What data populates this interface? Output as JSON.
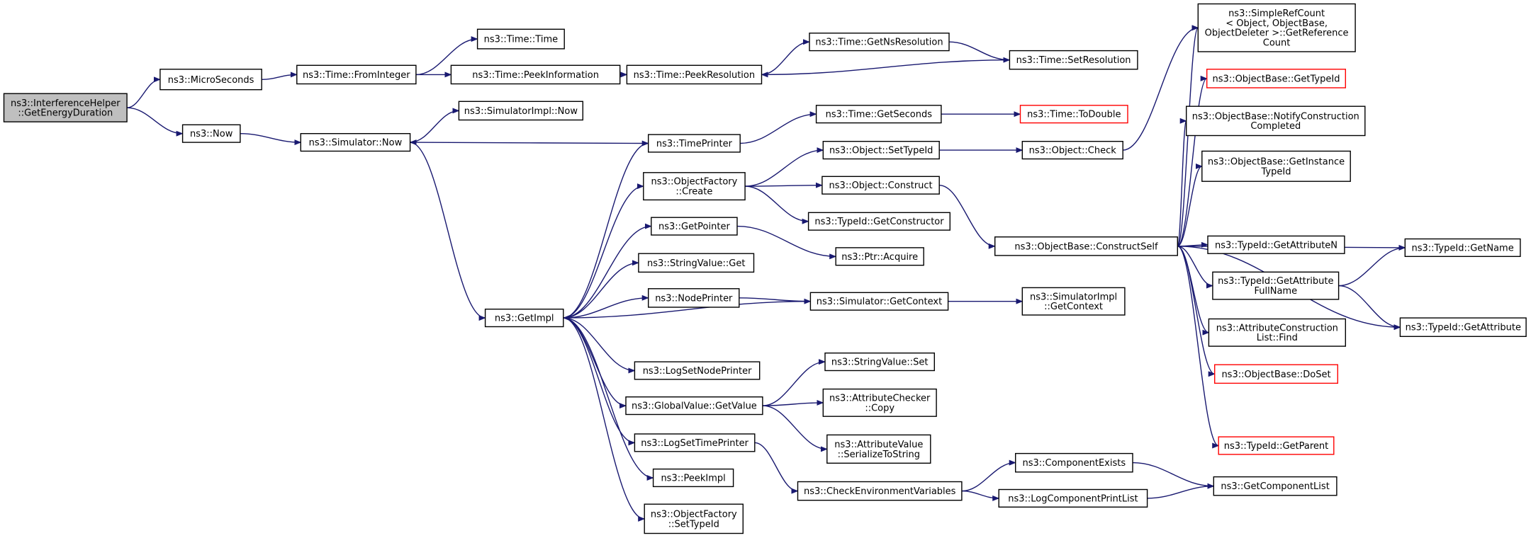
{
  "colors": {
    "edge": "#191970",
    "root_fill": "#bfbfbf",
    "red_border": "#ff0000",
    "border": "#000000"
  },
  "nodes": [
    {
      "id": "root",
      "lines": [
        "ns3::InterferenceHelper",
        "::GetEnergyDuration"
      ],
      "style": "root"
    },
    {
      "id": "micro",
      "lines": [
        "ns3::MicroSeconds"
      ]
    },
    {
      "id": "fromint",
      "lines": [
        "ns3::Time::FromInteger"
      ]
    },
    {
      "id": "timetime",
      "lines": [
        "ns3::Time::Time"
      ]
    },
    {
      "id": "peekinfo",
      "lines": [
        "ns3::Time::PeekInformation"
      ]
    },
    {
      "id": "peekres",
      "lines": [
        "ns3::Time::PeekResolution"
      ]
    },
    {
      "id": "getnsres",
      "lines": [
        "ns3::Time::GetNsResolution"
      ]
    },
    {
      "id": "setres",
      "lines": [
        "ns3::Time::SetResolution"
      ]
    },
    {
      "id": "now",
      "lines": [
        "ns3::Now"
      ]
    },
    {
      "id": "simnow",
      "lines": [
        "ns3::Simulator::Now"
      ]
    },
    {
      "id": "implnow",
      "lines": [
        "ns3::SimulatorImpl::Now"
      ]
    },
    {
      "id": "timeprinter",
      "lines": [
        "ns3::TimePrinter"
      ]
    },
    {
      "id": "getseconds",
      "lines": [
        "ns3::Time::GetSeconds"
      ]
    },
    {
      "id": "todouble",
      "lines": [
        "ns3::Time::ToDouble"
      ],
      "style": "red"
    },
    {
      "id": "ofcreate",
      "lines": [
        "ns3::ObjectFactory",
        "::Create"
      ]
    },
    {
      "id": "setid",
      "lines": [
        "ns3::Object::SetTypeId"
      ]
    },
    {
      "id": "check",
      "lines": [
        "ns3::Object::Check"
      ]
    },
    {
      "id": "construct",
      "lines": [
        "ns3::Object::Construct"
      ]
    },
    {
      "id": "getctor",
      "lines": [
        "ns3::TypeId::GetConstructor"
      ]
    },
    {
      "id": "getpointer",
      "lines": [
        "ns3::GetPointer"
      ]
    },
    {
      "id": "acquire",
      "lines": [
        "ns3::Ptr::Acquire"
      ]
    },
    {
      "id": "strget",
      "lines": [
        "ns3::StringValue::Get"
      ]
    },
    {
      "id": "nodeprinter",
      "lines": [
        "ns3::NodePrinter"
      ]
    },
    {
      "id": "getcontext",
      "lines": [
        "ns3::Simulator::GetContext"
      ]
    },
    {
      "id": "implctx",
      "lines": [
        "ns3::SimulatorImpl",
        "::GetContext"
      ]
    },
    {
      "id": "getimpl",
      "lines": [
        "ns3::GetImpl"
      ]
    },
    {
      "id": "lognode",
      "lines": [
        "ns3::LogSetNodePrinter"
      ]
    },
    {
      "id": "strset",
      "lines": [
        "ns3::StringValue::Set"
      ]
    },
    {
      "id": "gvget",
      "lines": [
        "ns3::GlobalValue::GetValue"
      ]
    },
    {
      "id": "accopy",
      "lines": [
        "ns3::AttributeChecker",
        "::Copy"
      ]
    },
    {
      "id": "avser",
      "lines": [
        "ns3::AttributeValue",
        "::SerializeToString"
      ]
    },
    {
      "id": "logtime",
      "lines": [
        "ns3::LogSetTimePrinter"
      ]
    },
    {
      "id": "peekimpl",
      "lines": [
        "ns3::PeekImpl"
      ]
    },
    {
      "id": "ofsettype",
      "lines": [
        "ns3::ObjectFactory",
        "::SetTypeId"
      ]
    },
    {
      "id": "checkenv",
      "lines": [
        "ns3::CheckEnvironmentVariables"
      ]
    },
    {
      "id": "compexists",
      "lines": [
        "ns3::ComponentExists"
      ]
    },
    {
      "id": "logcomp",
      "lines": [
        "ns3::LogComponentPrintList"
      ]
    },
    {
      "id": "getcomplist",
      "lines": [
        "ns3::GetComponentList"
      ]
    },
    {
      "id": "constructself",
      "lines": [
        "ns3::ObjectBase::ConstructSelf"
      ]
    },
    {
      "id": "refcount",
      "lines": [
        "ns3::SimpleRefCount",
        "< Object, ObjectBase,",
        "ObjectDeleter >::GetReference",
        "Count"
      ]
    },
    {
      "id": "obgettype",
      "lines": [
        "ns3::ObjectBase::GetTypeId"
      ],
      "style": "red"
    },
    {
      "id": "notify",
      "lines": [
        "ns3::ObjectBase::NotifyConstruction",
        "Completed"
      ]
    },
    {
      "id": "getinst",
      "lines": [
        "ns3::ObjectBase::GetInstance",
        "TypeId"
      ]
    },
    {
      "id": "getattrn",
      "lines": [
        "ns3::TypeId::GetAttributeN"
      ]
    },
    {
      "id": "getname",
      "lines": [
        "ns3::TypeId::GetName"
      ]
    },
    {
      "id": "fullname",
      "lines": [
        "ns3::TypeId::GetAttribute",
        "FullName"
      ]
    },
    {
      "id": "getattr",
      "lines": [
        "ns3::TypeId::GetAttribute"
      ]
    },
    {
      "id": "acfind",
      "lines": [
        "ns3::AttributeConstruction",
        "List::Find"
      ]
    },
    {
      "id": "doset",
      "lines": [
        "ns3::ObjectBase::DoSet"
      ],
      "style": "red"
    },
    {
      "id": "getparent",
      "lines": [
        "ns3::TypeId::GetParent"
      ],
      "style": "red"
    }
  ],
  "edges": [
    [
      "root",
      "micro"
    ],
    [
      "root",
      "now"
    ],
    [
      "micro",
      "fromint"
    ],
    [
      "fromint",
      "timetime"
    ],
    [
      "fromint",
      "peekinfo"
    ],
    [
      "peekinfo",
      "peekres"
    ],
    [
      "peekres",
      "getnsres"
    ],
    [
      "getnsres",
      "setres"
    ],
    [
      "setres",
      "peekres"
    ],
    [
      "now",
      "simnow"
    ],
    [
      "simnow",
      "implnow"
    ],
    [
      "simnow",
      "getimpl"
    ],
    [
      "timeprinter",
      "simnow"
    ],
    [
      "timeprinter",
      "getseconds"
    ],
    [
      "getseconds",
      "todouble"
    ],
    [
      "getimpl",
      "timeprinter"
    ],
    [
      "getimpl",
      "ofcreate"
    ],
    [
      "getimpl",
      "getpointer"
    ],
    [
      "getimpl",
      "strget"
    ],
    [
      "getimpl",
      "nodeprinter"
    ],
    [
      "getimpl",
      "lognode"
    ],
    [
      "getimpl",
      "gvget"
    ],
    [
      "getimpl",
      "logtime"
    ],
    [
      "getimpl",
      "peekimpl"
    ],
    [
      "getimpl",
      "ofsettype"
    ],
    [
      "ofcreate",
      "setid"
    ],
    [
      "ofcreate",
      "construct"
    ],
    [
      "ofcreate",
      "getctor"
    ],
    [
      "setid",
      "check"
    ],
    [
      "check",
      "refcount"
    ],
    [
      "construct",
      "constructself"
    ],
    [
      "getpointer",
      "acquire"
    ],
    [
      "nodeprinter",
      "getcontext"
    ],
    [
      "getcontext",
      "getimpl"
    ],
    [
      "getcontext",
      "implctx"
    ],
    [
      "gvget",
      "strset"
    ],
    [
      "gvget",
      "accopy"
    ],
    [
      "gvget",
      "avser"
    ],
    [
      "logtime",
      "checkenv"
    ],
    [
      "checkenv",
      "compexists"
    ],
    [
      "checkenv",
      "logcomp"
    ],
    [
      "compexists",
      "getcomplist"
    ],
    [
      "logcomp",
      "getcomplist"
    ],
    [
      "constructself",
      "refcount"
    ],
    [
      "constructself",
      "obgettype"
    ],
    [
      "constructself",
      "notify"
    ],
    [
      "constructself",
      "getinst"
    ],
    [
      "constructself",
      "getname"
    ],
    [
      "constructself",
      "getattrn"
    ],
    [
      "constructself",
      "fullname"
    ],
    [
      "constructself",
      "acfind"
    ],
    [
      "constructself",
      "doset"
    ],
    [
      "constructself",
      "getparent"
    ],
    [
      "constructself",
      "getattr"
    ],
    [
      "fullname",
      "getname"
    ],
    [
      "fullname",
      "getattr"
    ]
  ]
}
